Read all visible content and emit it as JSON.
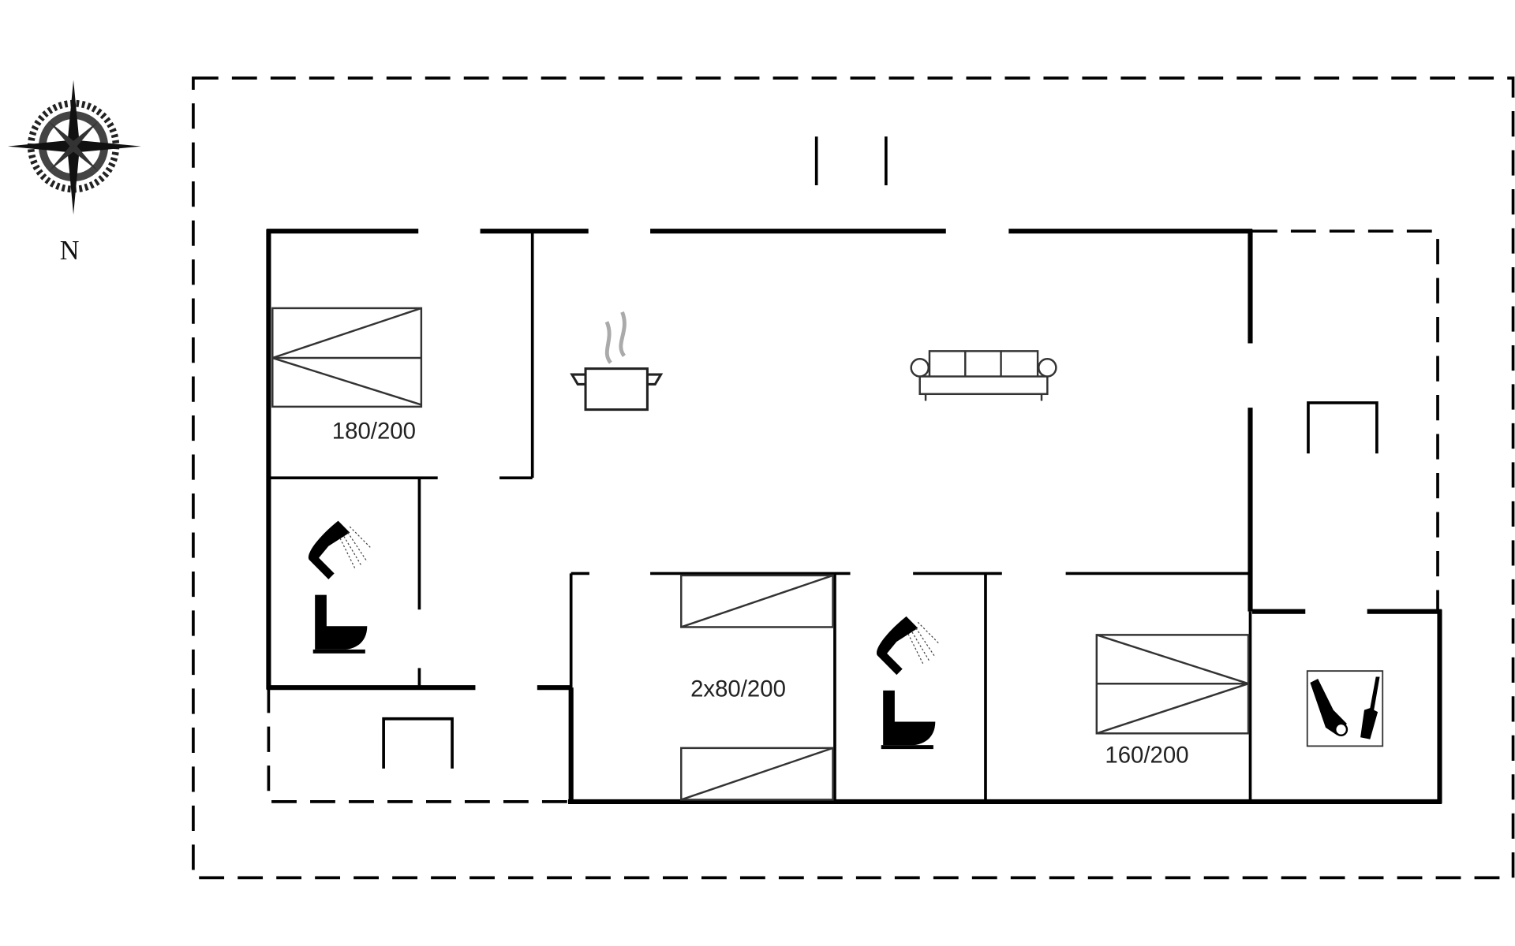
{
  "compass": {
    "label": "N"
  },
  "rooms": {
    "bedroom_1": {
      "bed_label": "180/200"
    },
    "bedroom_2": {
      "bed_label": "2x80/200"
    },
    "bedroom_3": {
      "bed_label": "160/200"
    }
  },
  "colors": {
    "wall": "#000000",
    "background": "#ffffff"
  }
}
